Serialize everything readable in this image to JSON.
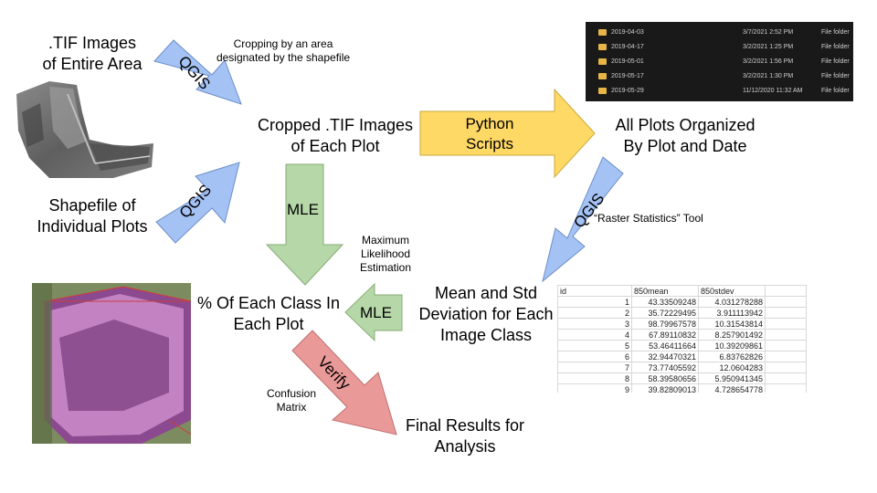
{
  "nodes": {
    "tif_images": ".TIF Images\nof Entire Area",
    "shapefile": "Shapefile of\nIndividual Plots",
    "cropped": "Cropped .TIF Images\nof Each Plot",
    "organized": "All Plots Organized\nBy Plot and Date",
    "mean_std": "Mean and Std\nDeviation for Each\nImage Class",
    "percent_class": "% Of Each Class In\nEach Plot",
    "final": "Final Results for\nAnalysis"
  },
  "annotations": {
    "cropping": "Cropping by an area\ndesignated by the shapefile",
    "raster_stats": "“Raster Statistics” Tool",
    "mle_full": "Maximum\nLikelihood\nEstimation",
    "confusion": "Confusion\nMatrix"
  },
  "arrow_labels": {
    "qgis_top": "QGIS",
    "qgis_bottom": "QGIS",
    "python": "Python\nScripts",
    "mle_down": "MLE",
    "qgis_raster": "QGIS",
    "mle_left": "MLE",
    "verify": "Verify"
  },
  "colors": {
    "qgis_blue": "#a4c2f4",
    "python_yellow": "#ffd966",
    "mle_green": "#b6d7a8",
    "verify_red": "#ea9999"
  },
  "folders": [
    {
      "name": "2019-04-03",
      "date": "3/7/2021 2:52 PM",
      "type": "File folder"
    },
    {
      "name": "2019-04-17",
      "date": "3/2/2021 1:25 PM",
      "type": "File folder"
    },
    {
      "name": "2019-05-01",
      "date": "3/2/2021 1:56 PM",
      "type": "File folder"
    },
    {
      "name": "2019-05-17",
      "date": "3/2/2021 1:30 PM",
      "type": "File folder"
    },
    {
      "name": "2019-05-29",
      "date": "11/12/2020 11:32 AM",
      "type": "File folder"
    }
  ],
  "stats_table": {
    "headers": [
      "id",
      "850mean",
      "850stdev"
    ],
    "rows": [
      [
        "1",
        "43.33509248",
        "4.031278288"
      ],
      [
        "2",
        "35.72229495",
        "3.911113942"
      ],
      [
        "3",
        "98.79967578",
        "10.31543814"
      ],
      [
        "4",
        "67.89110832",
        "8.257901492"
      ],
      [
        "5",
        "53.46411664",
        "10.39209861"
      ],
      [
        "6",
        "32.94470321",
        "6.83762826"
      ],
      [
        "7",
        "73.77405592",
        "12.0604283"
      ],
      [
        "8",
        "58.39580656",
        "5.950941345"
      ],
      [
        "9",
        "39.82809013",
        "4.728654778"
      ]
    ]
  }
}
